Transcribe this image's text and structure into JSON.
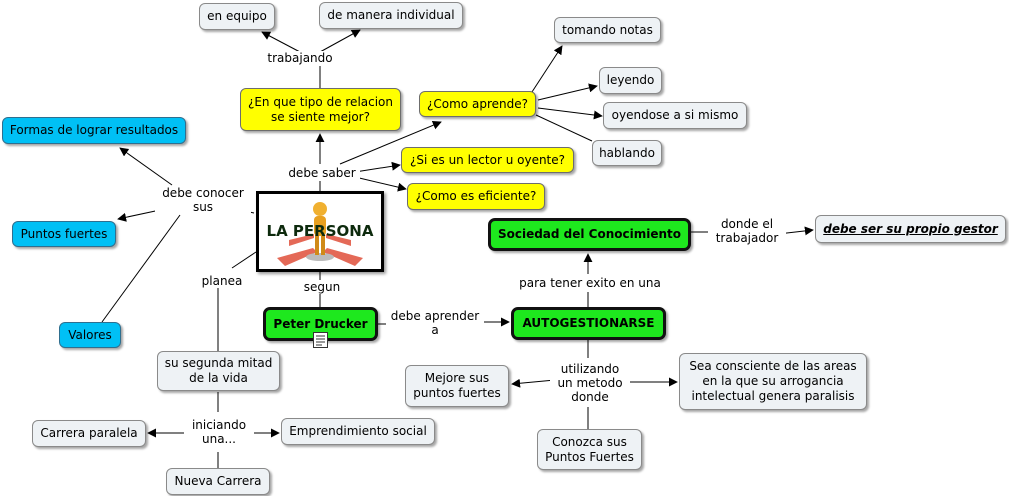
{
  "center": {
    "title": "LA PERSONA"
  },
  "nodes": {
    "en_equipo": "en equipo",
    "individual": "de manera individual",
    "tomando_notas": "tomando notas",
    "leyendo": "leyendo",
    "oyendose": "oyendose a si mismo",
    "hablando": "hablando",
    "relacion": "¿En que tipo de relacion\nse siente mejor?",
    "aprende": "¿Como aprende?",
    "lector": "¿Si es un lector u oyente?",
    "eficiente": "¿Como es eficiente?",
    "formas": "Formas de lograr resultados",
    "puntos_fuertes": "Puntos fuertes",
    "valores": "Valores",
    "sociedad": "Sociedad del Conocimiento",
    "gestor": "debe ser su propio gestor",
    "drucker": "Peter Drucker",
    "autogestion": "AUTOGESTIONARSE",
    "segunda_mitad": "su segunda mitad\nde la vida",
    "carrera_paralela": "Carrera paralela",
    "emprendimiento": "Emprendimiento social",
    "nueva_carrera": "Nueva Carrera",
    "mejore": "Mejore sus\npuntos fuertes",
    "consciente": "Sea consciente de las areas\nen la que su arrogancia\nintelectual genera paralisis",
    "conozca": "Conozca sus\nPuntos Fuertes"
  },
  "links": {
    "trabajando": "trabajando",
    "debe_saber": "debe saber",
    "debe_conocer": "debe conocer\nsus",
    "planea": "planea",
    "segun": "segun",
    "debe_aprender": "debe aprender\na",
    "para_tener": "para tener exito en una",
    "donde_el": "donde el\ntrabajador",
    "utilizando": "utilizando\nun metodo\ndonde",
    "iniciando": "iniciando\nuna..."
  },
  "icons": {
    "center_image": "person-figure-crossroads-icon",
    "resource": "document-icon"
  },
  "colors": {
    "question": "#ffff00",
    "concept": "#eef2f5",
    "blue": "#00c0f5",
    "key": "#1ee81e"
  }
}
